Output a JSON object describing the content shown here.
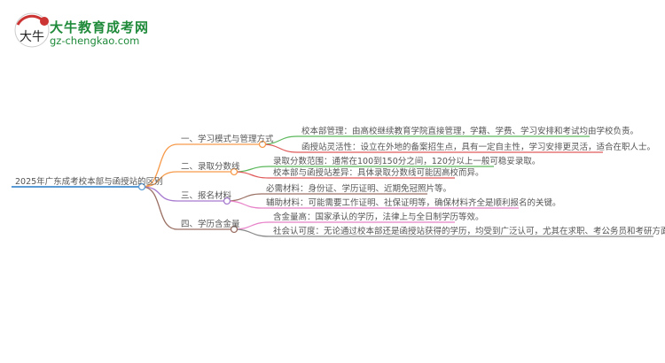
{
  "logo": {
    "title": "大牛教育成考网",
    "url": "gz-chengkao.com",
    "mark": "大牛"
  },
  "root": {
    "label": "2025年广东成考校本部与函授站的区别",
    "color": "#5b9bd5"
  },
  "branches": [
    {
      "label": "一、学习模式与管理方式",
      "color": "#f79a4a",
      "children": [
        {
          "text": "校本部管理：由高校继续教育学院直接管理，学籍、学费、学习安排和考试均由学校负责。",
          "color": "#5bb85b"
        },
        {
          "text": "函授站灵活性：设立在外地的备案招生点，具有一定自主性，学习安排更灵活，适合在职人士。",
          "color": "#e05a5a"
        }
      ]
    },
    {
      "label": "二、录取分数线",
      "color": "#f79a4a",
      "children": [
        {
          "text": "录取分数范围：通常在100到150分之间，120分以上一般可稳妥录取。",
          "color": "#5bb85b"
        },
        {
          "text": "校本部与函授站差异：具体录取分数线可能因高校而异。",
          "color": "#e05a5a"
        }
      ]
    },
    {
      "label": "三、报名材料",
      "color": "#a77bcf",
      "children": [
        {
          "text": "必需材料：身份证、学历证明、近期免冠照片等。",
          "color": "#9b7064"
        },
        {
          "text": "辅助材料：可能需要工作证明、社保证明等，确保材料齐全是顺利报名的关键。",
          "color": "#e880c8"
        }
      ]
    },
    {
      "label": "四、学历含金量",
      "color": "#9b7064",
      "children": [
        {
          "text": "含金量高：国家承认的学历，法律上与全日制学历等效。",
          "color": "#e880c8"
        },
        {
          "text": "社会认可度：无论通过校本部还是函授站获得的学历，均受到广泛认可，尤其在求职、考公务员和考研方面具有竞争力。",
          "color": "#888888"
        }
      ]
    }
  ]
}
